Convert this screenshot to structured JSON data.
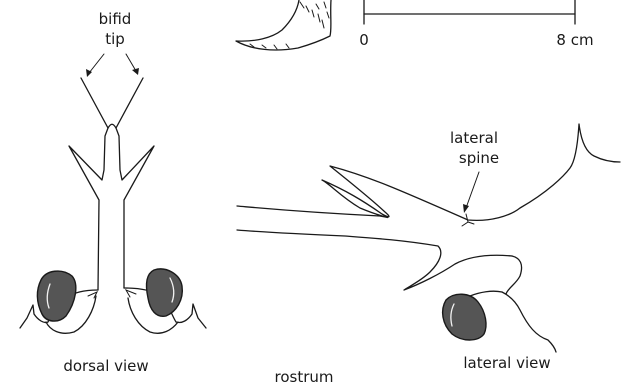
{
  "scale_bar": {
    "start_label": "0",
    "end_label": "8 cm"
  },
  "labels": {
    "bifid_tip_line1": "bifid",
    "bifid_tip_line2": "tip",
    "lateral_spine_line1": "lateral",
    "lateral_spine_line2": "spine",
    "dorsal_view": "dorsal view",
    "rostrum": "rostrum",
    "lateral_view": "lateral view"
  }
}
